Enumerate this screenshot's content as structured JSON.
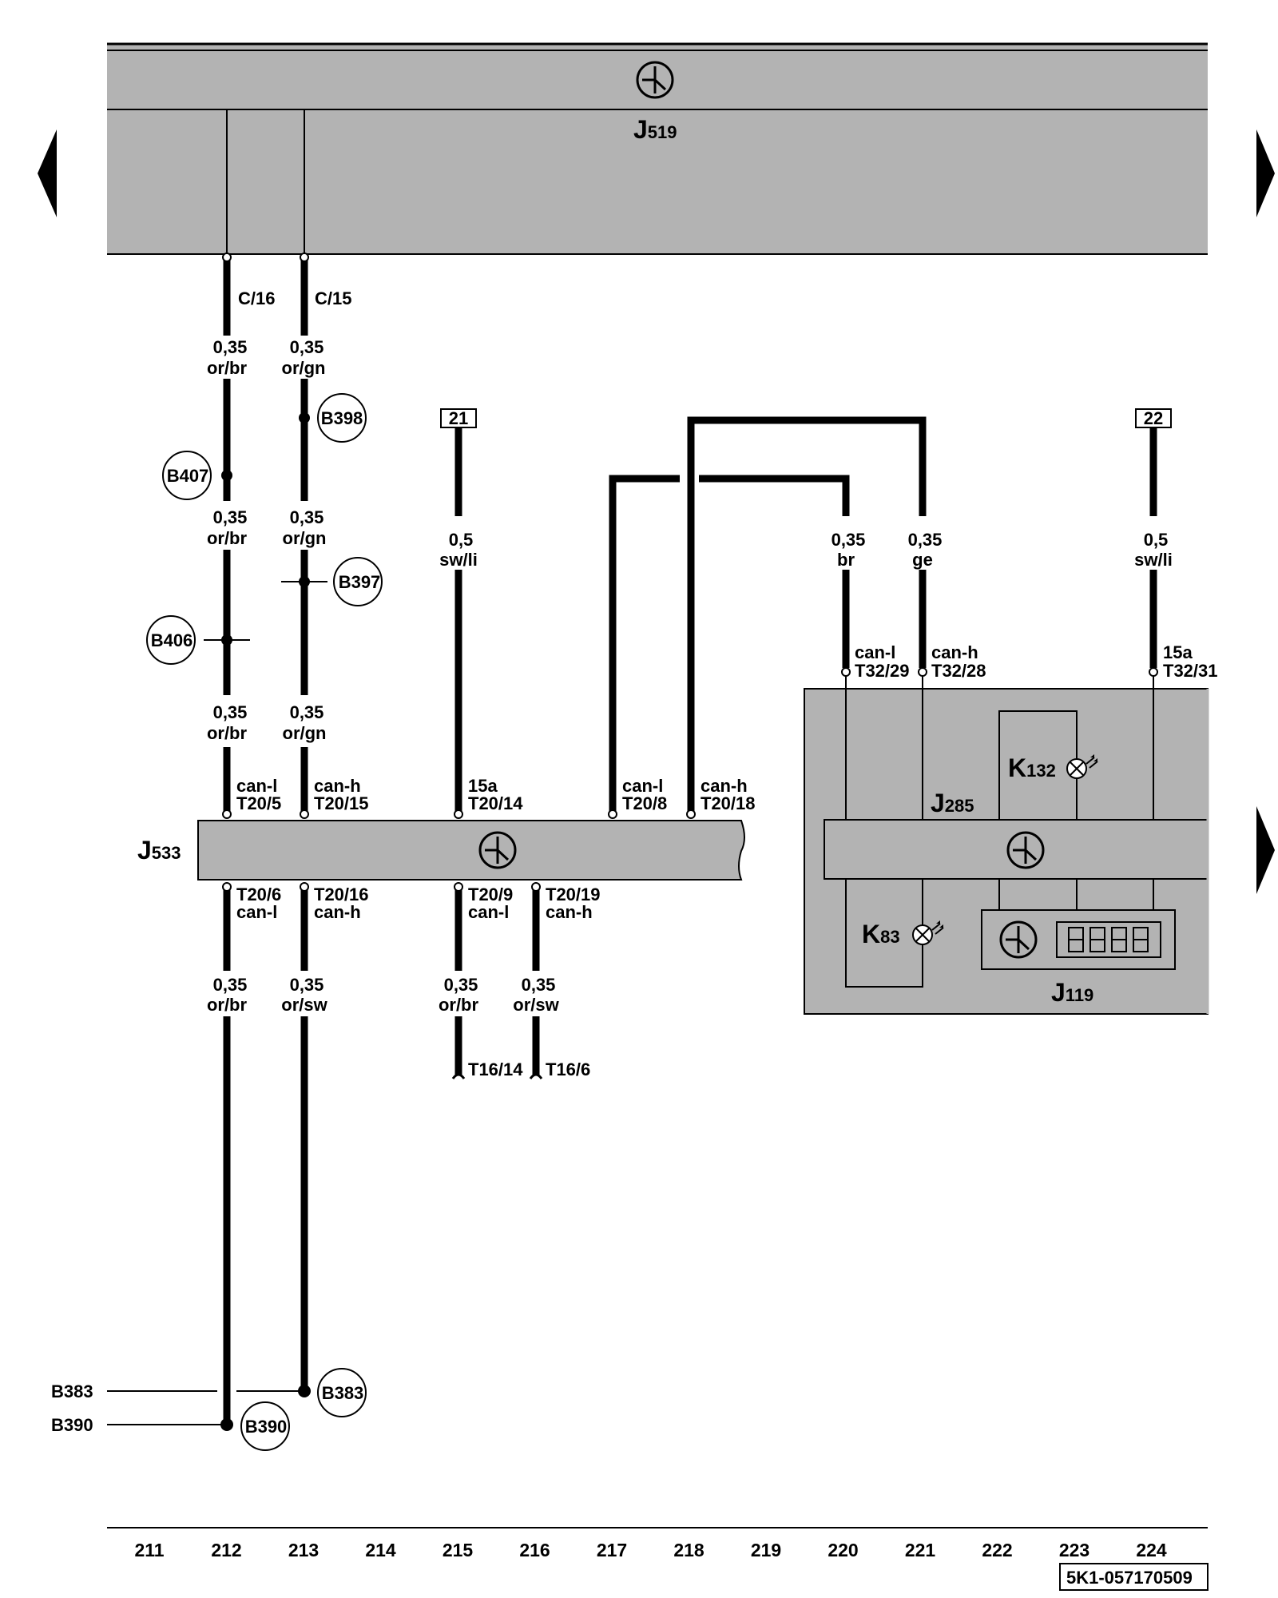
{
  "units": {
    "J519": {
      "letter": "J",
      "sub": "519"
    },
    "J533": {
      "letter": "J",
      "sub": "533"
    },
    "J285": {
      "letter": "J",
      "sub": "285"
    },
    "J119": {
      "letter": "J",
      "sub": "119"
    },
    "K132": {
      "letter": "K",
      "sub": "132"
    },
    "K83": {
      "letter": "K",
      "sub": "83"
    }
  },
  "pins": {
    "c16": "C/16",
    "c15": "C/15",
    "t20_5_fn": "can-l",
    "t20_5": "T20/5",
    "t20_15_fn": "can-h",
    "t20_15": "T20/15",
    "t20_14_fn": "15a",
    "t20_14": "T20/14",
    "t20_8_fn": "can-l",
    "t20_8": "T20/8",
    "t20_18_fn": "can-h",
    "t20_18": "T20/18",
    "t20_6": "T20/6",
    "t20_6_fn": "can-l",
    "t20_16": "T20/16",
    "t20_16_fn": "can-h",
    "t20_9": "T20/9",
    "t20_9_fn": "can-l",
    "t20_19": "T20/19",
    "t20_19_fn": "can-h",
    "t32_29_fn": "can-l",
    "t32_29": "T32/29",
    "t32_28_fn": "can-h",
    "t32_28": "T32/28",
    "t32_31_fn": "15a",
    "t32_31": "T32/31",
    "t16_14": "T16/14",
    "t16_6": "T16/6"
  },
  "wires": {
    "w212a": {
      "size": "0,35",
      "color": "or/br"
    },
    "w213a": {
      "size": "0,35",
      "color": "or/gn"
    },
    "w212b": {
      "size": "0,35",
      "color": "or/br"
    },
    "w213b": {
      "size": "0,35",
      "color": "or/gn"
    },
    "w212c": {
      "size": "0,35",
      "color": "or/br"
    },
    "w213c": {
      "size": "0,35",
      "color": "or/gn"
    },
    "w215": {
      "size": "0,5",
      "color": "sw/li"
    },
    "w220": {
      "size": "0,35",
      "color": "br"
    },
    "w221": {
      "size": "0,35",
      "color": "ge"
    },
    "w224": {
      "size": "0,5",
      "color": "sw/li"
    },
    "w212d": {
      "size": "0,35",
      "color": "or/br"
    },
    "w213d": {
      "size": "0,35",
      "color": "or/sw"
    },
    "w215d": {
      "size": "0,35",
      "color": "or/br"
    },
    "w216d": {
      "size": "0,35",
      "color": "or/sw"
    }
  },
  "connectors": {
    "B398": "B398",
    "B407": "B407",
    "B397": "B397",
    "B406": "B406",
    "B383": "B383",
    "B390": "B390"
  },
  "refs": {
    "r21": "21",
    "r22": "22"
  },
  "left_refs": {
    "b383": "B383",
    "b390": "B390"
  },
  "columns": [
    "211",
    "212",
    "213",
    "214",
    "215",
    "216",
    "217",
    "218",
    "219",
    "220",
    "221",
    "222",
    "223",
    "224"
  ],
  "doc_id": "5K1-057170509",
  "colors": {
    "module_fill": "#b3b3b3",
    "line": "#000000"
  }
}
